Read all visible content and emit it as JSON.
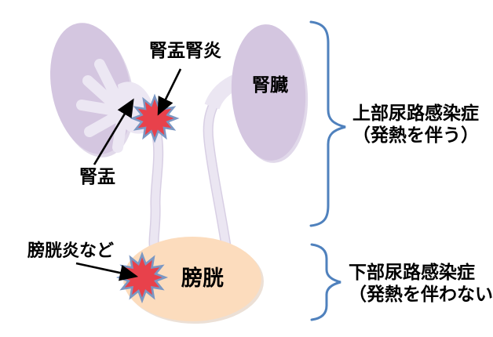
{
  "diagram": {
    "title_hint": "urinary-tract-infection-diagram",
    "labels": {
      "pyelonephritis": "腎盂腎炎",
      "renal_pelvis": "腎盂",
      "kidney": "腎臓",
      "bladder": "膀胱",
      "cystitis": "膀胱炎など"
    },
    "annotations": {
      "upper": {
        "line1": "上部尿路感染症",
        "line2": "（発熱を伴う）"
      },
      "lower": {
        "line1": "下部尿路感染症",
        "line2": "（発熱を伴わない）"
      }
    },
    "colors": {
      "kidney": "#d4c6e0",
      "kidney_shadow": "#bdabd0",
      "pelvis": "#ece7f3",
      "ureter": "#ebe6f2",
      "ureter_outline": "#d8cfe4",
      "bladder": "#fcdcbd",
      "bladder_shadow": "#d9c2ae",
      "infection_star": "#e8414b",
      "star_outline": "#7b97c3",
      "brace": "#4f81bd",
      "arrow": "#000000",
      "background": "#ffffff"
    }
  }
}
